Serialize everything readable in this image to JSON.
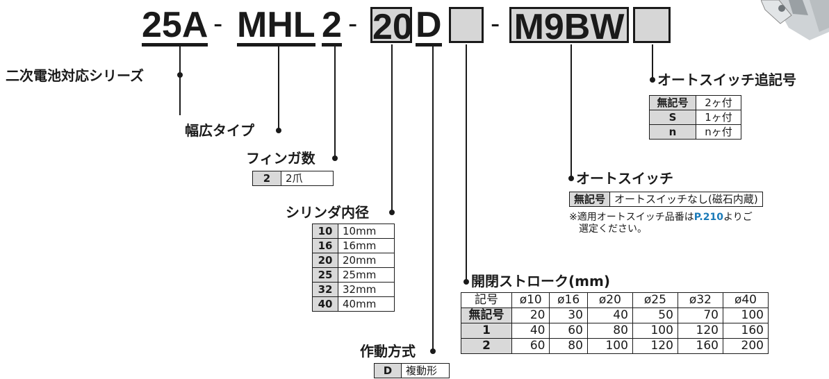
{
  "part_code": {
    "seg1": "25A",
    "dash1": "-",
    "seg2": "MHL",
    "seg3": "2",
    "dash2": "-",
    "seg4": "20",
    "seg5": "D",
    "seg6": "",
    "dash3": "-",
    "seg7": "M9BW",
    "seg8": ""
  },
  "labels": {
    "series": "二次電池対応シリーズ",
    "type": "幅広タイプ",
    "fingers": "フィンガ数",
    "bore": "シリンダ内径",
    "operation": "作動方式",
    "stroke": "開閉ストローク(mm)",
    "switch": "オートスイッチ",
    "switch_qty": "オートスイッチ追記号"
  },
  "fingers_table": [
    {
      "key": "2",
      "value": "2爪"
    }
  ],
  "bore_table": [
    {
      "key": "10",
      "value": "10mm"
    },
    {
      "key": "16",
      "value": "16mm"
    },
    {
      "key": "20",
      "value": "20mm"
    },
    {
      "key": "25",
      "value": "25mm"
    },
    {
      "key": "32",
      "value": "32mm"
    },
    {
      "key": "40",
      "value": "40mm"
    }
  ],
  "operation_table": [
    {
      "key": "D",
      "value": "複動形"
    }
  ],
  "switch_table": [
    {
      "key": "無記号",
      "value": "オートスイッチなし(磁石内蔵)"
    }
  ],
  "switch_note": {
    "prefix": "※適用オートスイッチ品番は",
    "link": "P.210",
    "suffix": "よりご",
    "line2": "選定ください。"
  },
  "switch_qty_table": [
    {
      "key": "無記号",
      "value": "2ヶ付"
    },
    {
      "key": "S",
      "value": "1ヶ付"
    },
    {
      "key": "n",
      "value": "nヶ付"
    }
  ],
  "stroke_table": {
    "header": [
      "記号",
      "ø10",
      "ø16",
      "ø20",
      "ø25",
      "ø32",
      "ø40"
    ],
    "rows": [
      {
        "key": "無記号",
        "values": [
          "20",
          "30",
          "40",
          "50",
          "70",
          "100"
        ]
      },
      {
        "key": "1",
        "values": [
          "40",
          "60",
          "80",
          "100",
          "120",
          "160"
        ]
      },
      {
        "key": "2",
        "values": [
          "60",
          "80",
          "100",
          "120",
          "160",
          "200"
        ]
      }
    ]
  }
}
